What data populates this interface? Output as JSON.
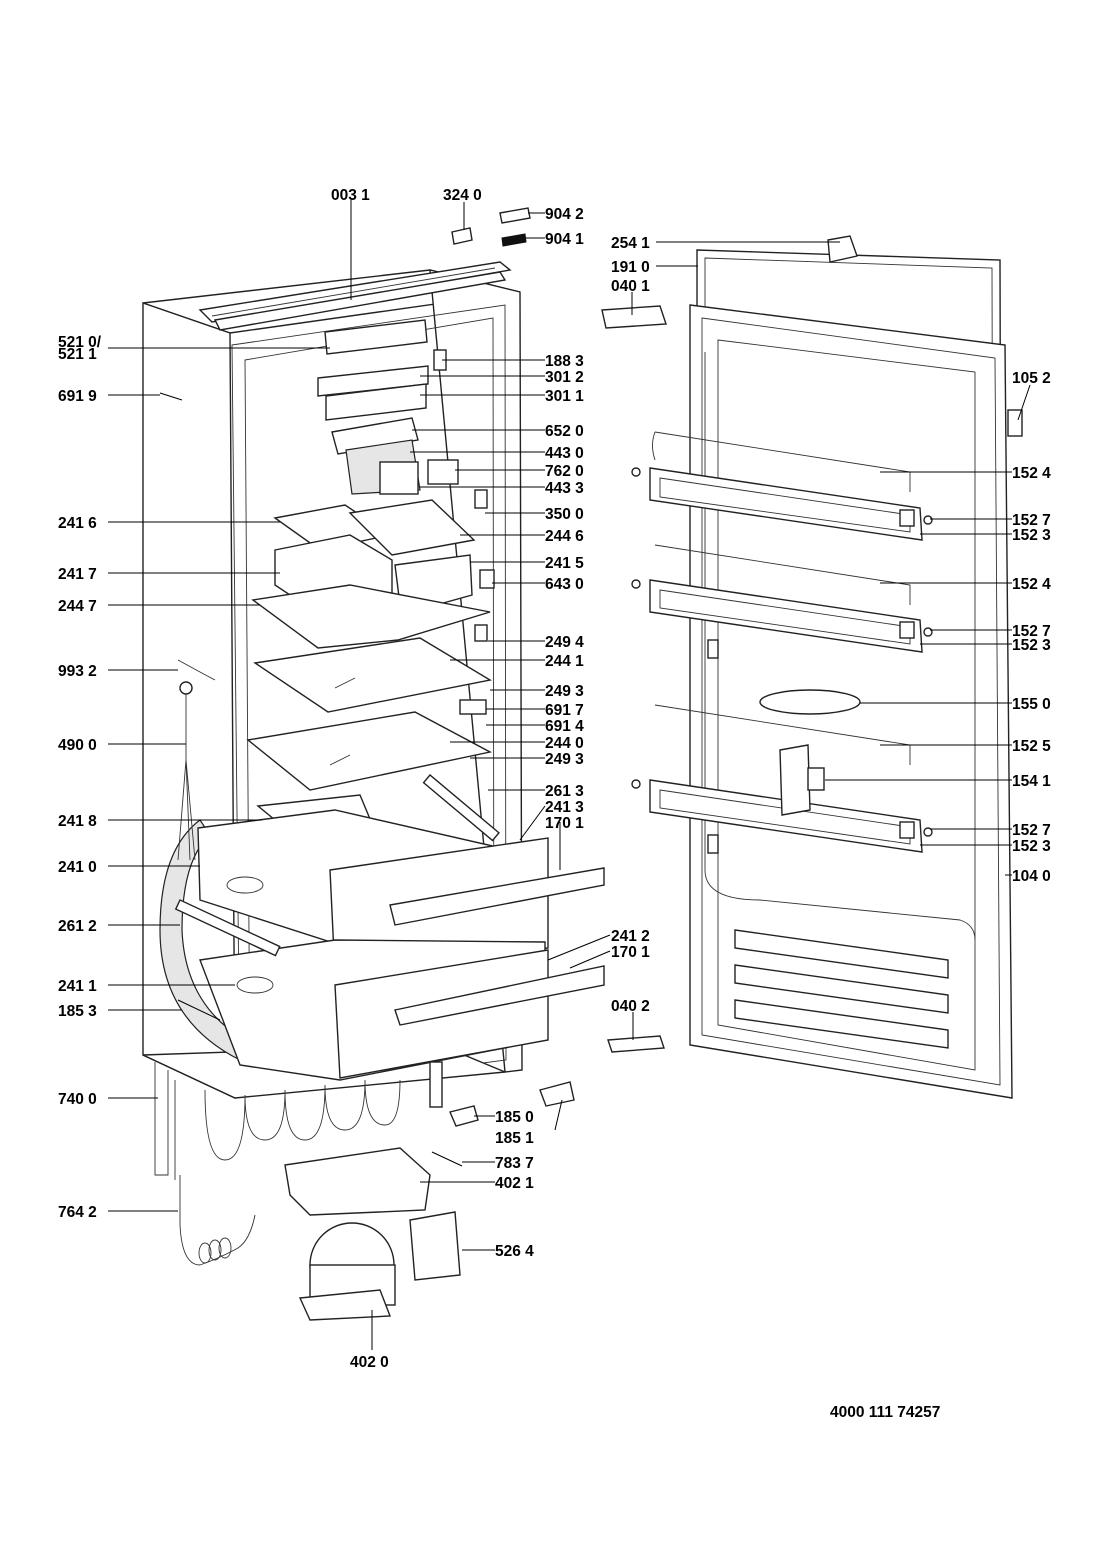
{
  "callouts": [
    {
      "id": "c0031",
      "text": "003 1"
    },
    {
      "id": "c3240",
      "text": "324 0"
    },
    {
      "id": "c9042",
      "text": "904 2"
    },
    {
      "id": "c9041",
      "text": "904 1"
    },
    {
      "id": "c2541",
      "text": "254 1"
    },
    {
      "id": "c1910",
      "text": "191 0"
    },
    {
      "id": "c0401",
      "text": "040 1"
    },
    {
      "id": "c5210",
      "text": "521 0/"
    },
    {
      "id": "c5211",
      "text": "521 1"
    },
    {
      "id": "c1883",
      "text": "188 3"
    },
    {
      "id": "c3012",
      "text": "301 2"
    },
    {
      "id": "c3011",
      "text": "301 1"
    },
    {
      "id": "c6919",
      "text": "691 9"
    },
    {
      "id": "c1052",
      "text": "105 2"
    },
    {
      "id": "c6520",
      "text": "652 0"
    },
    {
      "id": "c4430",
      "text": "443 0"
    },
    {
      "id": "c7620",
      "text": "762 0"
    },
    {
      "id": "c4433",
      "text": "443 3"
    },
    {
      "id": "c1524a",
      "text": "152 4"
    },
    {
      "id": "c3500",
      "text": "350 0"
    },
    {
      "id": "c2416",
      "text": "241 6"
    },
    {
      "id": "c2446",
      "text": "244 6"
    },
    {
      "id": "c1527a",
      "text": "152 7"
    },
    {
      "id": "c1523a",
      "text": "152 3"
    },
    {
      "id": "c2415",
      "text": "241 5"
    },
    {
      "id": "c2417",
      "text": "241 7"
    },
    {
      "id": "c6430",
      "text": "643 0"
    },
    {
      "id": "c1524b",
      "text": "152 4"
    },
    {
      "id": "c2447",
      "text": "244 7"
    },
    {
      "id": "c2494",
      "text": "249 4"
    },
    {
      "id": "c1527b",
      "text": "152 7"
    },
    {
      "id": "c1523b",
      "text": "152 3"
    },
    {
      "id": "c2441",
      "text": "244 1"
    },
    {
      "id": "c9932",
      "text": "993 2"
    },
    {
      "id": "c2493a",
      "text": "249 3"
    },
    {
      "id": "c6917",
      "text": "691 7"
    },
    {
      "id": "c1550",
      "text": "155 0"
    },
    {
      "id": "c6914",
      "text": "691 4"
    },
    {
      "id": "c4900",
      "text": "490 0"
    },
    {
      "id": "c2440",
      "text": "244 0"
    },
    {
      "id": "c1525",
      "text": "152 5"
    },
    {
      "id": "c2493b",
      "text": "249 3"
    },
    {
      "id": "c1541",
      "text": "154 1"
    },
    {
      "id": "c2613",
      "text": "261 3"
    },
    {
      "id": "c2413",
      "text": "241 3"
    },
    {
      "id": "c2418",
      "text": "241 8"
    },
    {
      "id": "c1701a",
      "text": "170 1"
    },
    {
      "id": "c1527c",
      "text": "152 7"
    },
    {
      "id": "c1523c",
      "text": "152 3"
    },
    {
      "id": "c2410",
      "text": "241 0"
    },
    {
      "id": "c1040",
      "text": "104 0"
    },
    {
      "id": "c2612",
      "text": "261 2"
    },
    {
      "id": "c2412",
      "text": "241 2"
    },
    {
      "id": "c1701b",
      "text": "170 1"
    },
    {
      "id": "c2411",
      "text": "241 1"
    },
    {
      "id": "c0402",
      "text": "040 2"
    },
    {
      "id": "c1853",
      "text": "185 3"
    },
    {
      "id": "c7400",
      "text": "740 0"
    },
    {
      "id": "c1850",
      "text": "185 0"
    },
    {
      "id": "c1851",
      "text": "185 1"
    },
    {
      "id": "c7837",
      "text": "783 7"
    },
    {
      "id": "c4021",
      "text": "402 1"
    },
    {
      "id": "c7642",
      "text": "764 2"
    },
    {
      "id": "c5264",
      "text": "526 4"
    },
    {
      "id": "c4020",
      "text": "402 0"
    }
  ],
  "drawing_number": "4000 111 74257"
}
